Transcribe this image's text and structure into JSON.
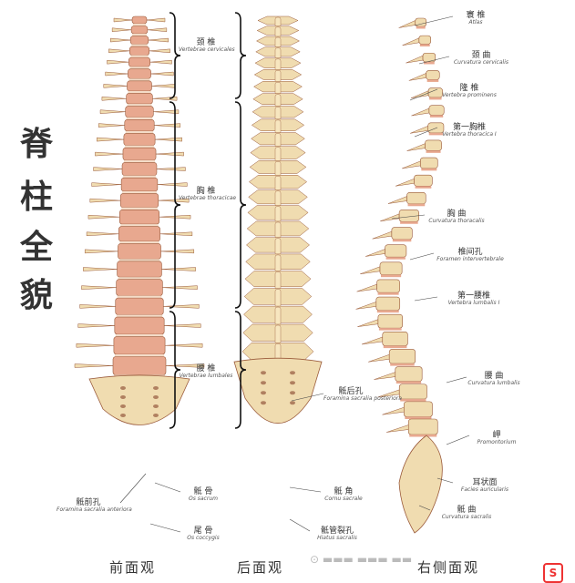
{
  "title_chars": [
    "脊",
    "柱",
    "全",
    "貌"
  ],
  "front_labels": {
    "cervical": {
      "zh": "颈 椎",
      "la": "Vertebrae cervicales"
    },
    "thoracic": {
      "zh": "胸 椎",
      "la": "Vertebrae thoracicae"
    },
    "lumbar": {
      "zh": "腰 椎",
      "la": "Vertebrae lumbales"
    },
    "sacral_foramina": {
      "zh": "骶前孔",
      "la": "Foramina sacralia anteriora"
    },
    "sacrum": {
      "zh": "骶 骨",
      "la": "Os sacrum"
    },
    "coccyx": {
      "zh": "尾 骨",
      "la": "Os coccygis"
    }
  },
  "back_labels": {
    "posterior_foramina": {
      "zh": "骶后孔",
      "la": "Foramina sacralia posteriora"
    },
    "sacral_horn": {
      "zh": "骶 角",
      "la": "Cornu sacrale"
    },
    "sacral_hiatus": {
      "zh": "骶管裂孔",
      "la": "Hiatus sacralis"
    }
  },
  "side_labels": {
    "atlas": {
      "zh": "寰 椎",
      "la": "Atlas"
    },
    "cervical_curve": {
      "zh": "颈 曲",
      "la": "Curvatura cervicalis"
    },
    "prominens": {
      "zh": "隆 椎",
      "la": "Vertebra prominens"
    },
    "first_thoracic": {
      "zh": "第一胸椎",
      "la": "Vertebra thoracica I"
    },
    "thoracic_curve": {
      "zh": "胸 曲",
      "la": "Curvatura thoracalis"
    },
    "intervert_foramen": {
      "zh": "椎间孔",
      "la": "Foramen intervertebrale"
    },
    "first_lumbar": {
      "zh": "第一腰椎",
      "la": "Vertebra lumbalis I"
    },
    "lumbar_curve": {
      "zh": "腰 曲",
      "la": "Curvatura lumbalis"
    },
    "promontory": {
      "zh": "岬",
      "la": "Promontorium"
    },
    "auricular": {
      "zh": "耳状面",
      "la": "Facies auricularis"
    },
    "sacral_curve": {
      "zh": "骶 曲",
      "la": "Curvatura sacralis"
    }
  },
  "views": {
    "front": "前面观",
    "back": "后面观",
    "side": "右侧面观"
  },
  "watermark": "⊙ ▬▬▬ ▬▬▬ ▬▬",
  "logo_text": "S",
  "colors": {
    "body_fill": "#e8a88f",
    "disc_fill": "#f4dcc8",
    "bone_fill": "#f0dcb0",
    "outline": "#9a5a3a"
  }
}
